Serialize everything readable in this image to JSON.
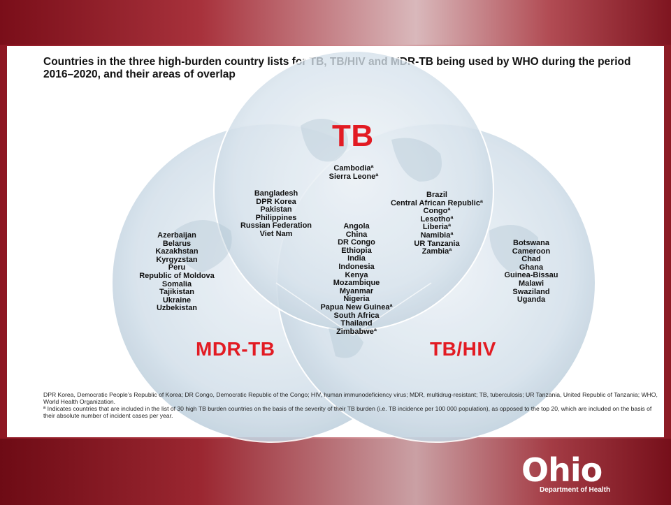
{
  "title": "Countries in the three high-burden country lists for TB, TB/HIV and MDR-TB being used by WHO during the period 2016–2020, and their areas of overlap",
  "sets": {
    "tb": "TB",
    "mdr": "MDR-TB",
    "tbhiv": "TB/HIV"
  },
  "regions": {
    "tb_only": [
      "Cambodiaª",
      "Sierra Leoneª"
    ],
    "tb_mdr": [
      "Bangladesh",
      "DPR Korea",
      "Pakistan",
      "Philippines",
      "Russian Federation",
      "Viet Nam"
    ],
    "tb_tbhiv": [
      "Brazil",
      "Central African Republicª",
      "Congoª",
      "Lesothoª",
      "Liberiaª",
      "Namibiaª",
      "UR Tanzania",
      "Zambiaª"
    ],
    "all_three": [
      "Angola",
      "China",
      "DR Congo",
      "Ethiopia",
      "India",
      "Indonesia",
      "Kenya",
      "Mozambique",
      "Myanmar",
      "Nigeria",
      "Papua New Guineaª",
      "South Africa",
      "Thailand",
      "Zimbabweª"
    ],
    "mdr_only": [
      "Azerbaijan",
      "Belarus",
      "Kazakhstan",
      "Kyrgyzstan",
      "Peru",
      "Republic of Moldova",
      "Somalia",
      "Tajikistan",
      "Ukraine",
      "Uzbekistan"
    ],
    "tbhiv_only": [
      "Botswana",
      "Cameroon",
      "Chad",
      "Ghana",
      "Guinea-Bissau",
      "Malawi",
      "Swaziland",
      "Uganda"
    ]
  },
  "footnote": {
    "abbrev": "DPR Korea, Democratic People’s Republic of Korea; DR Congo, Democratic Republic of the Congo; HIV, human immunodeficiency virus; MDR, multidrug-resistant; TB, tuberculosis; UR Tanzania, United Republic of Tanzania; WHO, World Health Organization.",
    "note": "ª  Indicates countries that are included in the list of 30 high TB burden countries on the basis of the severity of their TB burden (i.e. TB incidence per 100 000 population), as opposed to the top 20, which are included on the basis of their absolute number of incident cases per year."
  },
  "logo": {
    "word": "Ohio",
    "sub": "Department of Health"
  },
  "colors": {
    "accent_red": "#e21b23",
    "circle_fill": "#cfdde8"
  }
}
